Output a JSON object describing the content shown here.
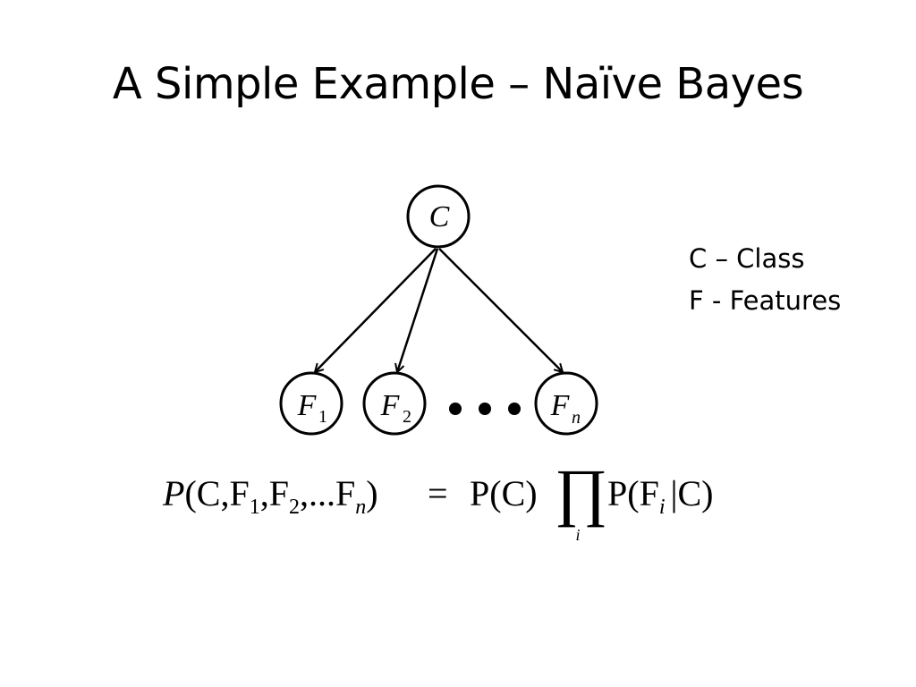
{
  "title": "A Simple Example – Naïve Bayes",
  "legend": {
    "class_line": "C – Class",
    "features_line": "F - Features"
  },
  "diagram": {
    "root": {
      "label": "C"
    },
    "features": [
      {
        "name": "F",
        "sub": "1"
      },
      {
        "name": "F",
        "sub": "2"
      },
      {
        "name": "F",
        "sub": "n"
      }
    ]
  },
  "formula": {
    "lhs_p": "P",
    "lhs_open": "(C,F",
    "lhs_sub1": "1",
    "lhs_mid1": ",F",
    "lhs_sub2": "2",
    "lhs_mid2": ",...F",
    "lhs_subn": "n",
    "lhs_close": ")",
    "equals": "=",
    "rhs_p": "P(C)",
    "product": "∏",
    "product_index": "i",
    "rhs_p2": "P(F",
    "rhs_sub_i": "i",
    "rhs_end": "|C)"
  },
  "colors": {
    "stroke": "#000000",
    "node_fill": "#ffffff"
  }
}
